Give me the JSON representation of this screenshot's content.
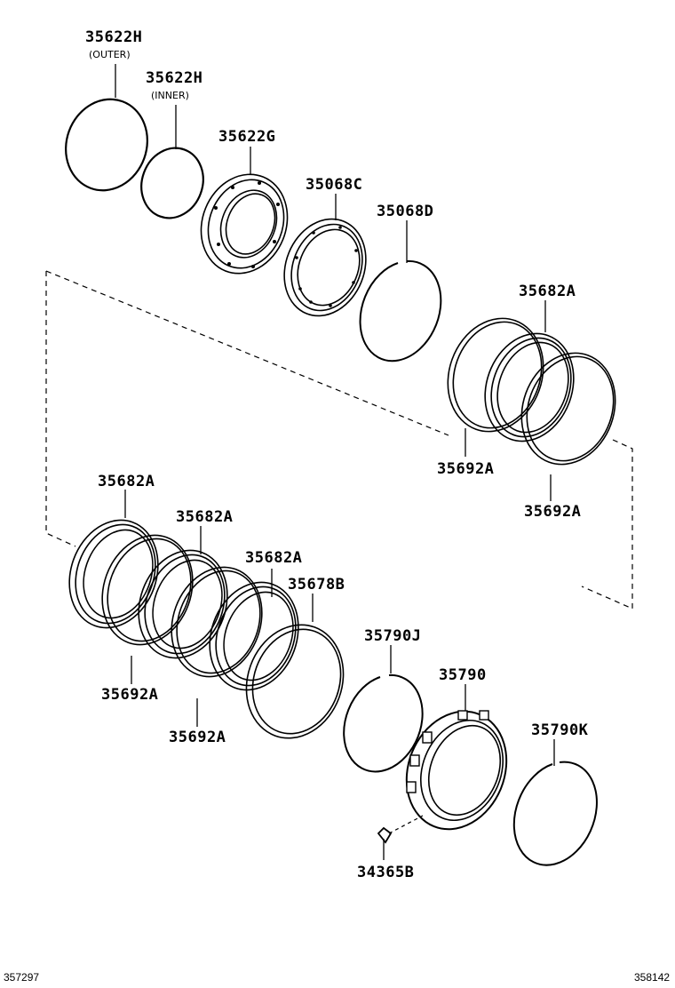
{
  "labels": {
    "p35622h_outer": "35622H",
    "p35622h_outer_note": "(OUTER)",
    "p35622h_inner": "35622H",
    "p35622h_inner_note": "(INNER)",
    "p35622g": "35622G",
    "p35068c": "35068C",
    "p35068d": "35068D",
    "p35682a_upper": "35682A",
    "p35692a_upper_left": "35692A",
    "p35692a_upper_right": "35692A",
    "p35682a_a": "35682A",
    "p35682a_b": "35682A",
    "p35682a_c": "35682A",
    "p35678b": "35678B",
    "p35692a_lower_a": "35692A",
    "p35692a_lower_b": "35692A",
    "p35790j": "35790J",
    "p35790": "35790",
    "p35790k": "35790K",
    "p34365b": "34365B"
  },
  "footer": {
    "left_code": "357297",
    "right_code": "358142"
  },
  "colors": {
    "line": "#000000",
    "background": "#ffffff"
  }
}
